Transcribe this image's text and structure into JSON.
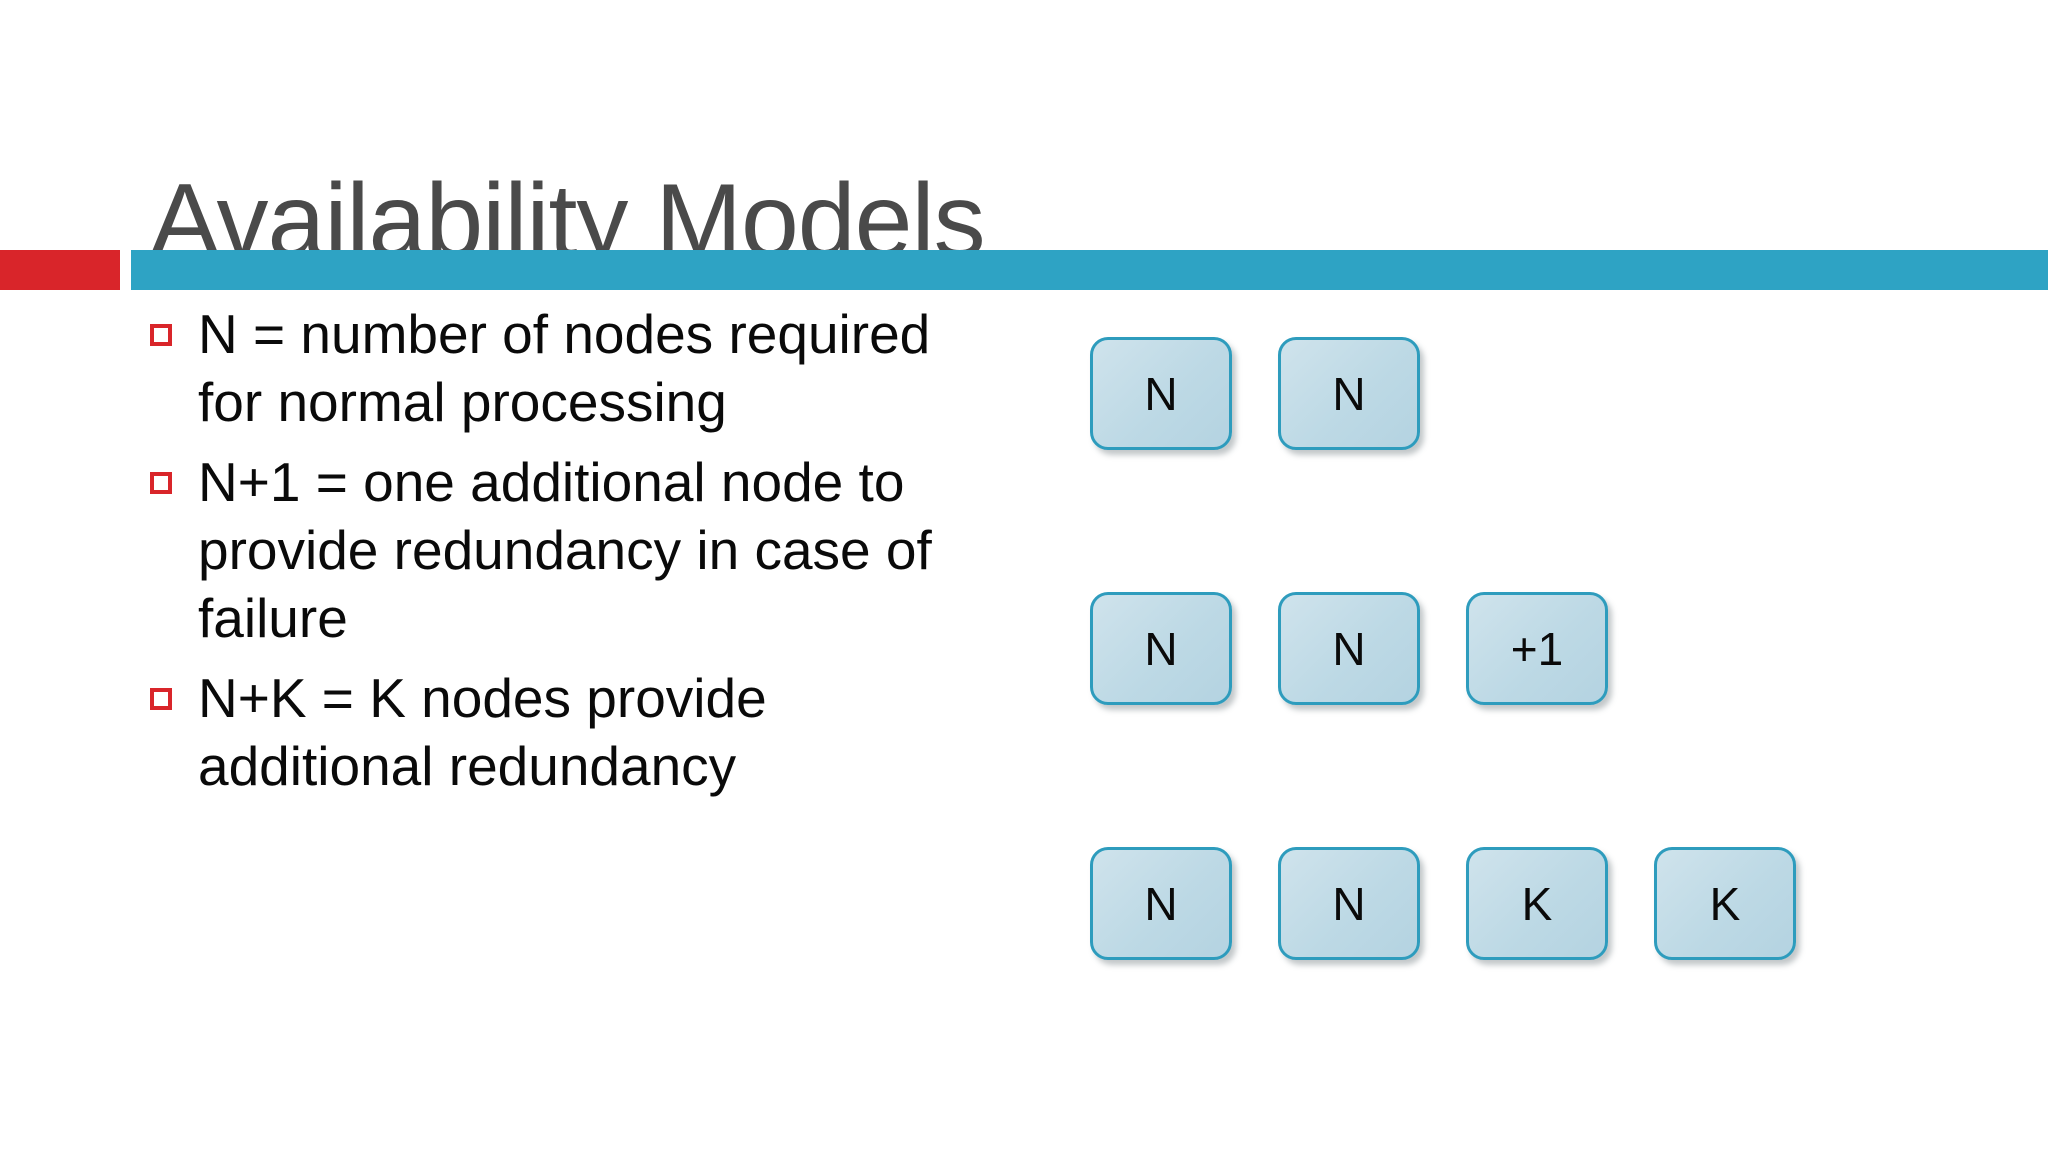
{
  "slide": {
    "title": "Availability Models",
    "accent_red": "#d9252a",
    "accent_teal": "#2ea3c4",
    "background": "#ffffff",
    "title_color": "#4a4a4a"
  },
  "bullets": [
    {
      "marker": "hollow-square-bullet",
      "text": "N = number of nodes required for normal processing"
    },
    {
      "marker": "hollow-square-bullet",
      "text": "N+1 = one additional node to provide redundancy in case of failure"
    },
    {
      "marker": "hollow-square-bullet",
      "text": "N+K = K nodes provide additional redundancy"
    }
  ],
  "diagram": {
    "node_fill": "#bdd9e5",
    "node_border": "#2e9cbd",
    "rows": [
      {
        "name": "row-n",
        "nodes": [
          {
            "label": "N"
          },
          {
            "label": "N"
          }
        ]
      },
      {
        "name": "row-n-plus-1",
        "nodes": [
          {
            "label": "N"
          },
          {
            "label": "N"
          },
          {
            "label": "+1"
          }
        ]
      },
      {
        "name": "row-n-plus-k",
        "nodes": [
          {
            "label": "N"
          },
          {
            "label": "N"
          },
          {
            "label": "K"
          },
          {
            "label": "K"
          }
        ]
      }
    ]
  }
}
